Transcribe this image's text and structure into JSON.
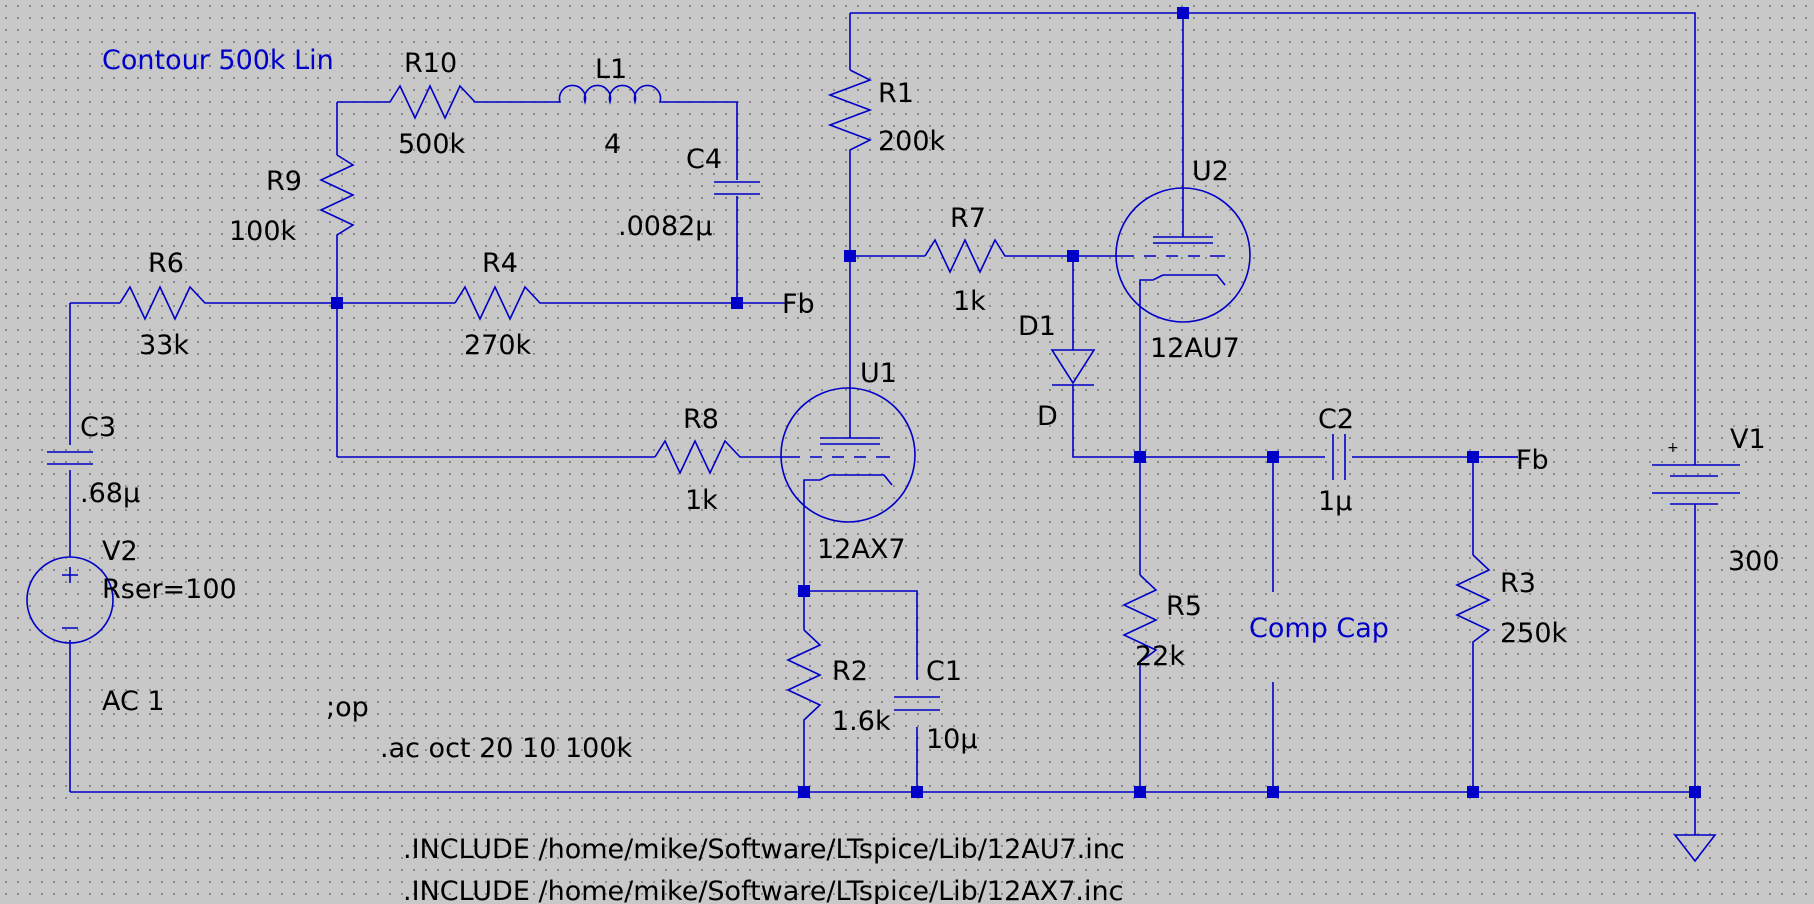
{
  "colors": {
    "background": "#c8c8c8",
    "wire": "#0000c8",
    "text": "#000000",
    "comment": "#0000c8"
  },
  "components": {
    "R1": {
      "ref": "R1",
      "value": "200k"
    },
    "R2": {
      "ref": "R2",
      "value": "1.6k"
    },
    "R3": {
      "ref": "R3",
      "value": "250k"
    },
    "R4": {
      "ref": "R4",
      "value": "270k"
    },
    "R5": {
      "ref": "R5",
      "value": "22k"
    },
    "R6": {
      "ref": "R6",
      "value": "33k"
    },
    "R7": {
      "ref": "R7",
      "value": "1k"
    },
    "R8": {
      "ref": "R8",
      "value": "1k"
    },
    "R9": {
      "ref": "R9",
      "value": "100k"
    },
    "R10": {
      "ref": "R10",
      "value": "500k"
    },
    "L1": {
      "ref": "L1",
      "value": "4"
    },
    "C1": {
      "ref": "C1",
      "value": "10µ"
    },
    "C2": {
      "ref": "C2",
      "value": "1µ"
    },
    "C3": {
      "ref": "C3",
      "value": ".68µ"
    },
    "C4": {
      "ref": "C4",
      "value": ".0082µ"
    },
    "D1": {
      "ref": "D1",
      "value": "D"
    },
    "U1": {
      "ref": "U1",
      "value": "12AX7"
    },
    "U2": {
      "ref": "U2",
      "value": "12AU7"
    },
    "V1": {
      "ref": "V1",
      "value": "300",
      "plus": "+"
    },
    "V2": {
      "ref": "V2",
      "param": "Rser=100",
      "ac": "AC 1"
    }
  },
  "net_labels": {
    "fb_top": "Fb",
    "fb_right": "Fb"
  },
  "comments": {
    "contour": "Contour 500k Lin",
    "comp_cap": "Comp Cap"
  },
  "directives": {
    "op": ";op",
    "ac": ".ac oct 20 10 100k",
    "include_12au7": ".INCLUDE /home/mike/Software/LTspice/Lib/12AU7.inc",
    "include_12ax7": ".INCLUDE /home/mike/Software/LTspice/Lib/12AX7.inc"
  }
}
